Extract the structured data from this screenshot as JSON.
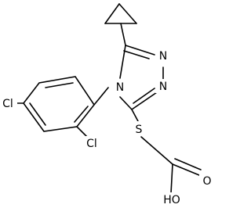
{
  "molecule": {
    "atoms": {
      "n_top": "N",
      "n_right": "N",
      "n_ring": "N",
      "s": "S",
      "cl_left": "Cl",
      "cl_bottom": "Cl",
      "oh": "HO",
      "o": "O"
    },
    "colors": {
      "bond": "#000000",
      "label": "#000000",
      "background": "#ffffff"
    }
  }
}
